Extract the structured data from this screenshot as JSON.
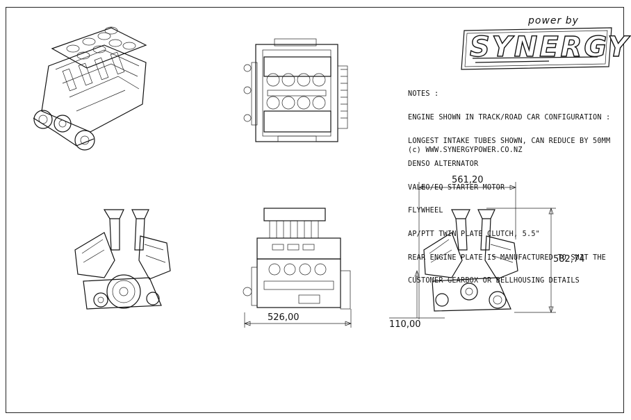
{
  "brand": {
    "name": "SYNERGY",
    "tagline": "power by"
  },
  "notes": {
    "heading": "NOTES :",
    "lines": [
      "ENGINE SHOWN IN TRACK/ROAD CAR CONFIGURATION :",
      "LONGEST INTAKE TUBES SHOWN, CAN REDUCE BY 50MM",
      "DENSO ALTERNATOR",
      "VALEO/EQ STARTER MOTOR",
      "FLYWHEEL",
      "AP/PTT TWIN PLATE CLUTCH, 5.5\"",
      "REAR ENGINE PLATE IS MANUFACTURED TO SUIT THE",
      "CUSTOMER GEARBOX OR BELLHOUSING DETAILS"
    ],
    "website": "(c) WWW.SYNERGYPOWER.CO.NZ"
  },
  "dimensions": {
    "side_width": "526,00",
    "rear_width": "561,20",
    "rear_height": "582,74",
    "rear_offset": "110,00"
  }
}
